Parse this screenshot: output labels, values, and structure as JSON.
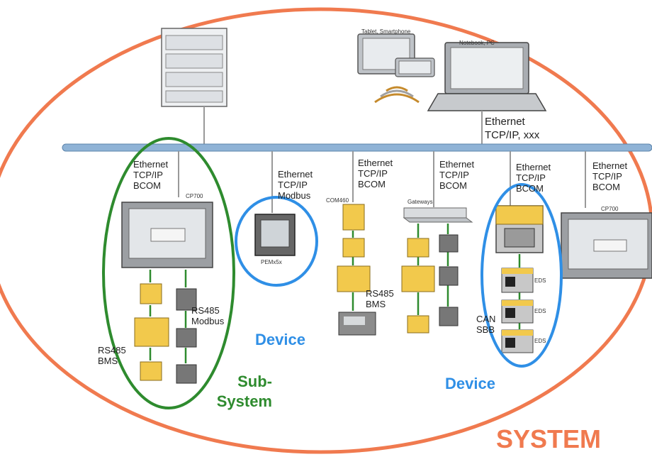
{
  "colors": {
    "system_ring": "#f07a4f",
    "subsystem_ring": "#2e8b2e",
    "device_ring": "#2f8fe6",
    "bus": "#8fb3d6",
    "device_yellow": "#f2c94c",
    "device_grey": "#8c8c8c"
  },
  "labels": {
    "tablet": "Tablet, Smartphone",
    "notebook": "Notebook, PC",
    "top_eth": "Ethernet\nTCP/IP, xxx",
    "eth_bcom_1": "Ethernet\nTCP/IP\nBCOM",
    "eth_modbus": "Ethernet\nTCP/IP\nModbus",
    "eth_bcom_2": "Ethernet\nTCP/IP\nBCOM",
    "eth_bcom_3": "Ethernet\nTCP/IP\nBCOM",
    "eth_bcom_4": "Ethernet\nTCP/IP\nBCOM",
    "eth_bcom_5": "Ethernet\nTCP/IP\nBCOM",
    "cp700_left": "CP700",
    "cp700_right": "CP700",
    "com460": "COM460",
    "gateways": "Gateways",
    "pemx5x": "PEMx5x",
    "eds1": "EDS",
    "eds2": "EDS",
    "eds3": "EDS",
    "rs485_modbus": "RS485\nModbus",
    "rs485_bms_left": "RS485\nBMS",
    "rs485_bms_mid": "RS485\nBMS",
    "can_sbb": "CAN\nSBB",
    "device_left": "Device",
    "device_right": "Device",
    "subsystem": "Sub-\nSystem",
    "system": "SYSTEM"
  },
  "icons": [
    "server-rack-icon",
    "tablet-icon",
    "smartphone-icon",
    "wifi-icon",
    "laptop-icon",
    "touch-panel-icon",
    "meter-icon",
    "gateway-icon",
    "relay-module-icon",
    "insulation-monitor-icon"
  ]
}
